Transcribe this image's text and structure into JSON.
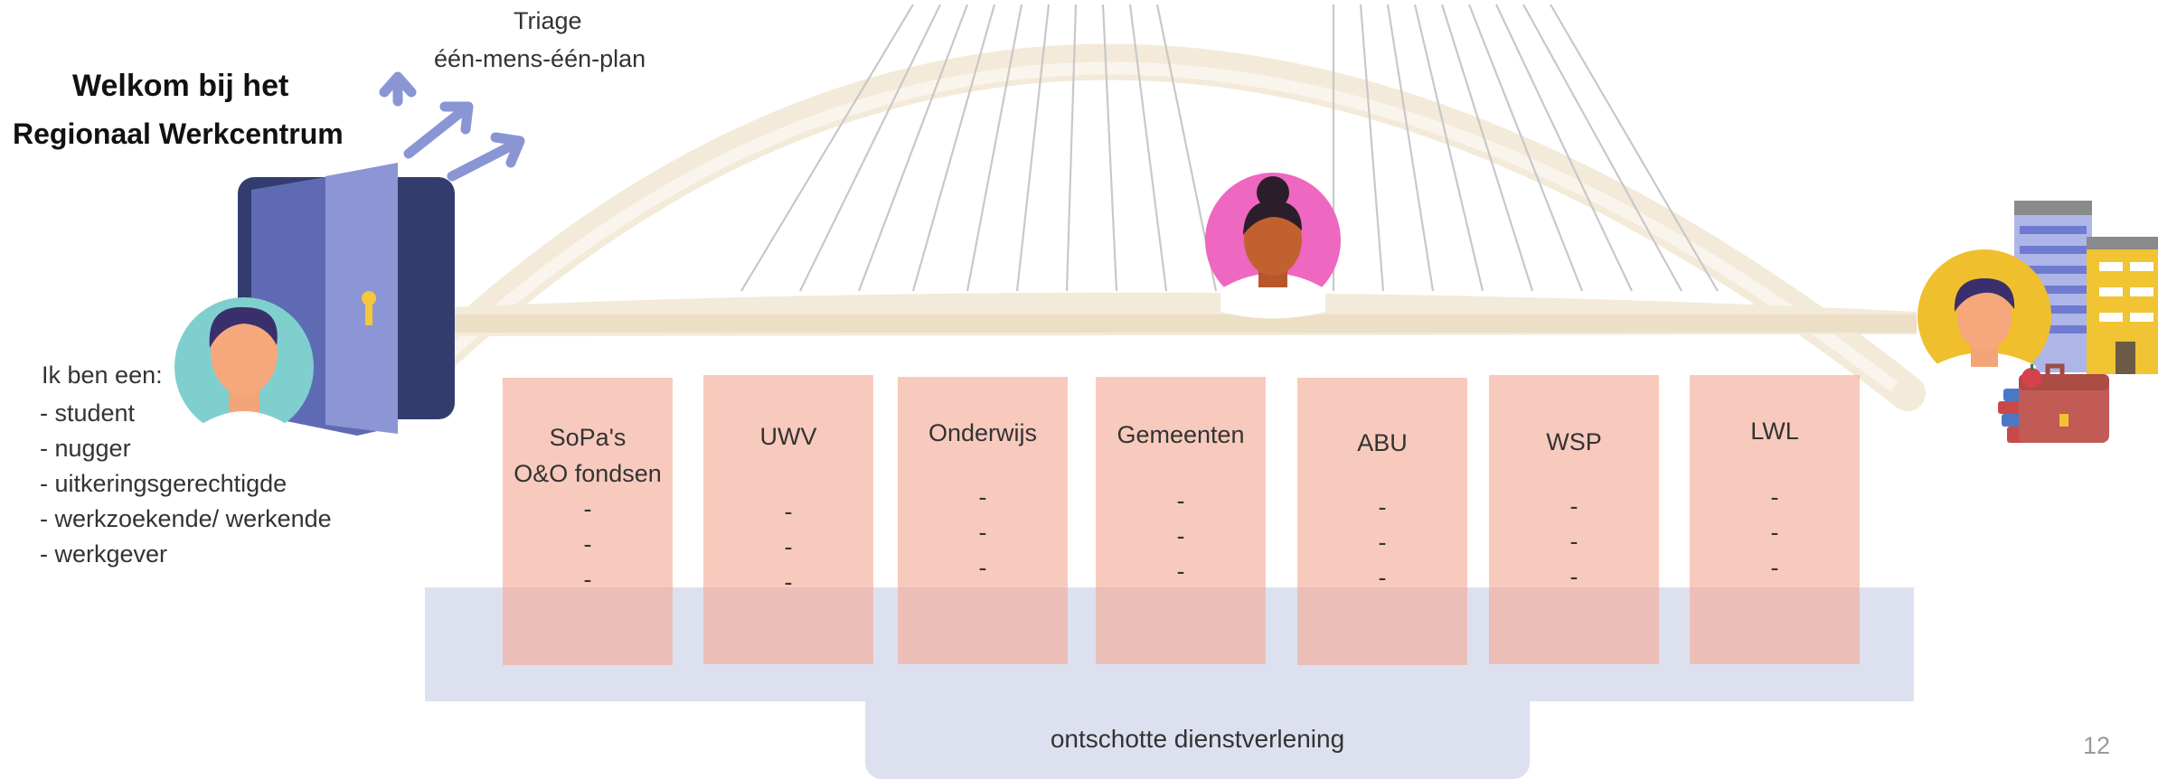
{
  "welcome": {
    "title": "Welkom bij het",
    "subtitle": "Regionaal Werkcentrum"
  },
  "triage": {
    "line1": "Triage",
    "line2": "één-mens-één-plan"
  },
  "i_am": {
    "heading": "Ik ben een:",
    "items": [
      "- student",
      "- nugger",
      "- uitkeringsgerechtigde",
      "- werkzoekende/ werkende",
      "- werkgever"
    ]
  },
  "organizations": [
    {
      "name": "SoPa's",
      "name2": "O&O fondsen",
      "dashes": [
        "-",
        "-",
        "-"
      ]
    },
    {
      "name": "UWV",
      "name2": "",
      "dashes": [
        "-",
        "-",
        "-"
      ]
    },
    {
      "name": "Onderwijs",
      "name2": "",
      "dashes": [
        "-",
        "-",
        "-"
      ]
    },
    {
      "name": "Gemeenten",
      "name2": "",
      "dashes": [
        "-",
        "-",
        "-"
      ]
    },
    {
      "name": "ABU",
      "name2": "",
      "dashes": [
        "-",
        "-",
        "-"
      ]
    },
    {
      "name": "WSP",
      "name2": "",
      "dashes": [
        "-",
        "-",
        "-"
      ]
    },
    {
      "name": "LWL",
      "name2": "",
      "dashes": [
        "-",
        "-",
        "-"
      ]
    }
  ],
  "bottom_label": "ontschotte dienstverlening",
  "page_number": "12",
  "icons": [
    "arrow-up-icon",
    "door-icon",
    "person-avatar-icon",
    "buildings-icon",
    "books-icon",
    "briefcase-icon",
    "apple-icon"
  ],
  "colors": {
    "bridge": "#f3ead9",
    "column": "#f3aa94",
    "band": "#dde1ef",
    "arrow": "#8a95d4",
    "door": "#6a76bd"
  }
}
